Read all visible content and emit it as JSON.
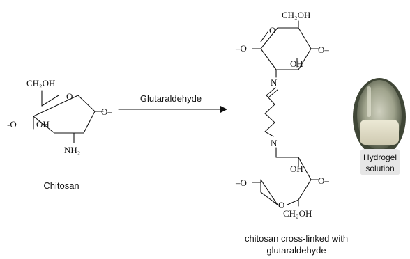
{
  "chitosan": {
    "substituents": {
      "ch2oh": "CH₂OH",
      "ring_o": "O",
      "oh": "OH",
      "nh2": "NH₂",
      "left_o": "-O",
      "right_o": "O–"
    },
    "label": "Chitosan"
  },
  "reaction": {
    "reagent": "Glutaraldehyde"
  },
  "crosslinked": {
    "top_unit": {
      "ch2oh": "CH₂OH",
      "ring_o": "O",
      "oh": "OH",
      "left_o": "–O",
      "right_o": "O–",
      "nitrogen": "N"
    },
    "bottom_unit": {
      "ch2oh": "CH₂OH",
      "ring_o": "O",
      "oh": "OH",
      "left_o": "–O",
      "right_o": "O–",
      "nitrogen": "N"
    },
    "caption_line1": "chitosan cross-linked with",
    "caption_line2": "glutaraldehyde"
  },
  "photo": {
    "label_line1": "Hydrogel",
    "label_line2": "solution"
  },
  "colors": {
    "ink": "#111111",
    "vial_glass": "#a8aa96",
    "vial_liquid": "#e0ddc8",
    "photo_bg": "#3f4636",
    "label_bg": "#e6e6e6"
  }
}
